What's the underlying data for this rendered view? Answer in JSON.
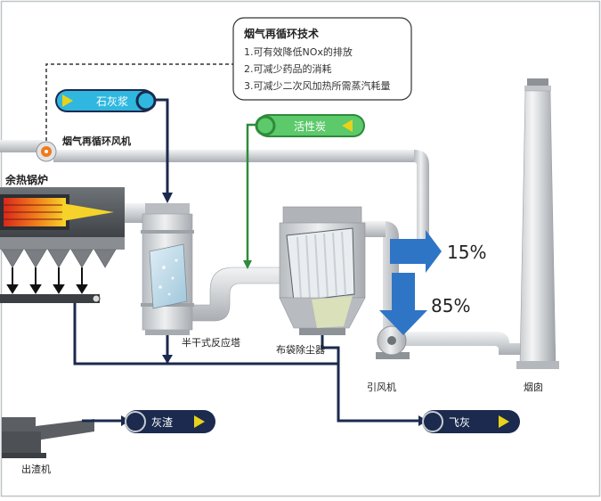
{
  "info_box": {
    "title": "烟气再循环技术",
    "items": [
      "1.可有效降低NOx的排放",
      "2.可减少药品的消耗",
      "3.可减少二次风加热所需蒸汽耗量"
    ]
  },
  "labels": {
    "limestone": "石灰浆",
    "activated_carbon": "活性炭",
    "ash": "灰渣",
    "fly_ash": "飞灰",
    "recirc_fan": "烟气再循环风机",
    "boiler": "余热锅炉",
    "reactor": "半干式反应塔",
    "baghouse": "布袋除尘器",
    "id_fan": "引风机",
    "chimney": "烟囱",
    "slag": "出渣机",
    "pct_recirc": "15%",
    "pct_main": "85%"
  },
  "colors": {
    "navy": "#1b2a4e",
    "green": "#2e8b3a",
    "cyan": "#2fb7df",
    "blue_arrow": "#2f75c6",
    "yellow": "#e8d21a",
    "pipe": "#d4d6d9"
  }
}
